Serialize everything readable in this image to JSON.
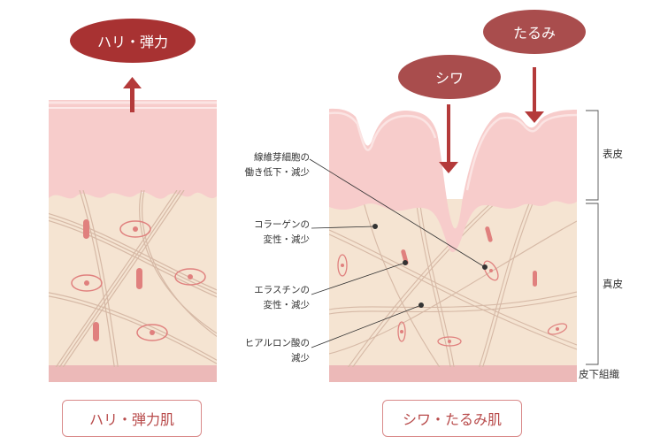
{
  "left": {
    "bubble": "ハリ・弾力",
    "caption": "ハリ・弾力肌"
  },
  "right": {
    "bubble_wrinkle": "シワ",
    "bubble_sag": "たるみ",
    "caption": "シワ・たるみ肌"
  },
  "layers": {
    "epidermis": "表皮",
    "dermis": "真皮",
    "subcutaneous": "皮下組織"
  },
  "annotations": {
    "fibroblast": [
      "線維芽細胞の",
      "働き低下・減少"
    ],
    "collagen": [
      "コラーゲンの",
      "変性・減少"
    ],
    "elastin": [
      "エラスチンの",
      "変性・減少"
    ],
    "hyaluronic": [
      "ヒアルロン酸の",
      "減少"
    ]
  },
  "colors": {
    "bubble_dark": "#a83232",
    "bubble_mid": "#a94d4d",
    "arrow": "#b43a3a",
    "caption_text": "#b84a4a",
    "epidermis": "#f7cccb",
    "dermis": "#f5e4d2",
    "subcutaneous": "#ecb9b8",
    "fiber": "#d6b9a6"
  }
}
